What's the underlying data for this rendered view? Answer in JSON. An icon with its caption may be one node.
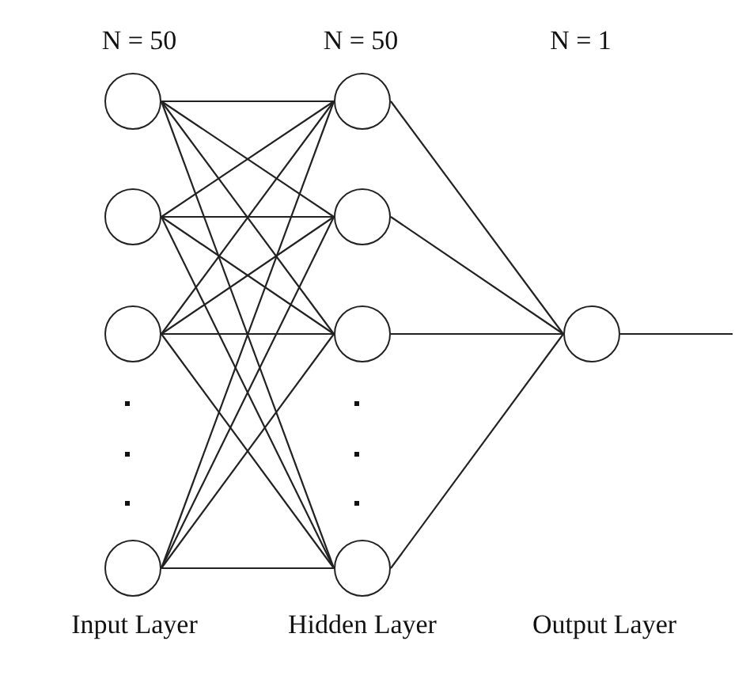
{
  "diagram": {
    "nodes": [
      {
        "text": [],
        "shape": "circle"
      },
      {
        "text": [],
        "shape": "circle"
      },
      {
        "text": [],
        "shape": "circle"
      },
      {
        "text": [],
        "shape": "circle"
      },
      {
        "text": [],
        "shape": "circle"
      },
      {
        "text": [],
        "shape": "circle"
      },
      {
        "text": [],
        "shape": "circle"
      },
      {
        "text": [],
        "shape": "circle"
      },
      {
        "text": [],
        "shape": "circle"
      }
    ],
    "edges": [
      {
        "from": 0,
        "to": 4,
        "arrow": "none"
      },
      {
        "from": 0,
        "to": 5,
        "arrow": "none"
      },
      {
        "from": 0,
        "to": 6,
        "arrow": "none"
      },
      {
        "from": 0,
        "to": 7,
        "arrow": "none"
      },
      {
        "from": 1,
        "to": 4,
        "arrow": "none"
      },
      {
        "from": 1,
        "to": 5,
        "arrow": "none"
      },
      {
        "from": 1,
        "to": 6,
        "arrow": "none"
      },
      {
        "from": 1,
        "to": 7,
        "arrow": "none"
      },
      {
        "from": 2,
        "to": 4,
        "arrow": "none"
      },
      {
        "from": 2,
        "to": 5,
        "arrow": "none"
      },
      {
        "from": 2,
        "to": 6,
        "arrow": "none"
      },
      {
        "from": 2,
        "to": 7,
        "arrow": "none"
      },
      {
        "from": 3,
        "to": 4,
        "arrow": "none"
      },
      {
        "from": 3,
        "to": 5,
        "arrow": "none"
      },
      {
        "from": 3,
        "to": 6,
        "arrow": "none"
      },
      {
        "from": 3,
        "to": 7,
        "arrow": "none"
      },
      {
        "from": 4,
        "to": 8,
        "arrow": "none"
      },
      {
        "from": 5,
        "to": 8,
        "arrow": "none"
      },
      {
        "from": 6,
        "to": 8,
        "arrow": "none"
      },
      {
        "from": 7,
        "to": 8,
        "arrow": "none"
      },
      {
        "from": 8,
        "to": null,
        "arrow": "none"
      }
    ],
    "labels": [
      "N = 50",
      "N = 50",
      "N = 1",
      "Input Layer",
      "Hidden Layer",
      "Output Layer"
    ]
  }
}
